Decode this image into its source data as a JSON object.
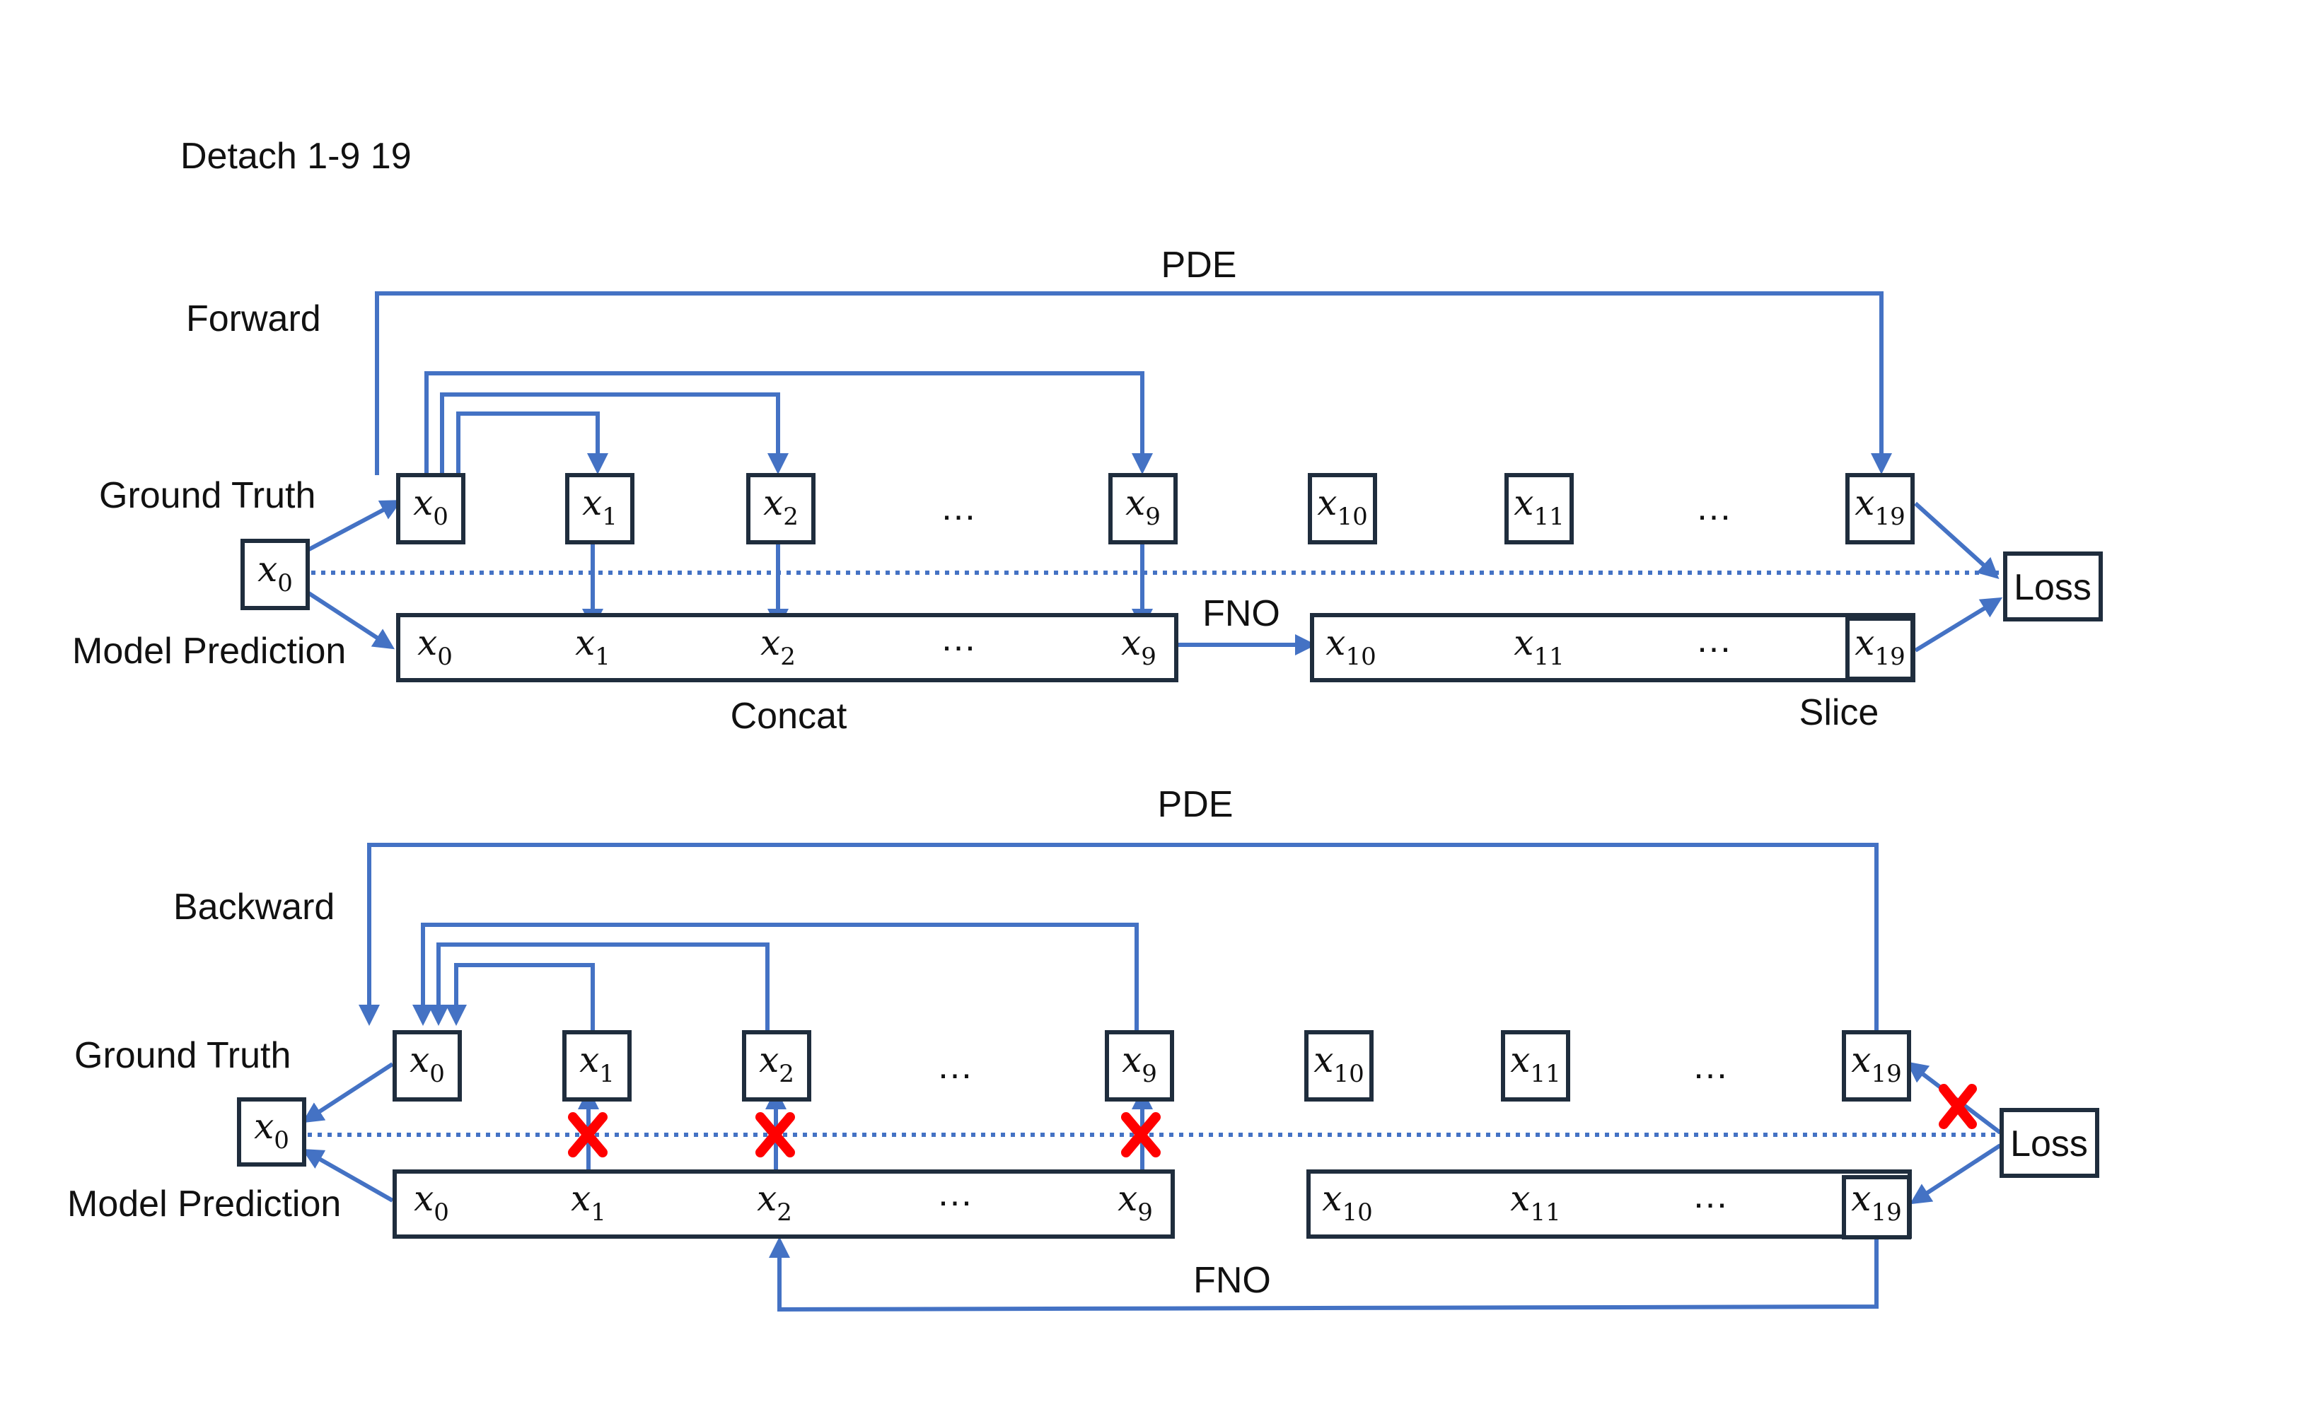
{
  "title": "Detach 1-9 19",
  "colors": {
    "arrow": "#4472c4",
    "box_border": "#1f2d3d",
    "cross": "#ff0000"
  },
  "forward": {
    "label": "Forward",
    "pde_label": "PDE",
    "ground_truth_label": "Ground Truth",
    "model_prediction_label": "Model Prediction",
    "fno_label": "FNO",
    "concat_label": "Concat",
    "slice_label": "Slice",
    "loss_label": "Loss",
    "input": {
      "base": "x",
      "sub": "0"
    },
    "ground_truth": [
      {
        "base": "x",
        "sub": "0"
      },
      {
        "base": "x",
        "sub": "1"
      },
      {
        "base": "x",
        "sub": "2"
      },
      {
        "ellipsis": "…"
      },
      {
        "base": "x",
        "sub": "9"
      },
      {
        "base": "x",
        "sub": "10"
      },
      {
        "base": "x",
        "sub": "11"
      },
      {
        "ellipsis": "…"
      },
      {
        "base": "x",
        "sub": "19"
      }
    ],
    "concat_items": [
      {
        "base": "x",
        "sub": "0"
      },
      {
        "base": "x",
        "sub": "1"
      },
      {
        "base": "x",
        "sub": "2"
      },
      {
        "ellipsis": "…"
      },
      {
        "base": "x",
        "sub": "9"
      }
    ],
    "slice_items": [
      {
        "base": "x",
        "sub": "10"
      },
      {
        "base": "x",
        "sub": "11"
      },
      {
        "ellipsis": "…"
      },
      {
        "base": "x",
        "sub": "19"
      }
    ]
  },
  "backward": {
    "label": "Backward",
    "pde_label": "PDE",
    "ground_truth_label": "Ground Truth",
    "model_prediction_label": "Model Prediction",
    "fno_label": "FNO",
    "loss_label": "Loss",
    "input": {
      "base": "x",
      "sub": "0"
    },
    "ground_truth": [
      {
        "base": "x",
        "sub": "0"
      },
      {
        "base": "x",
        "sub": "1"
      },
      {
        "base": "x",
        "sub": "2"
      },
      {
        "ellipsis": "…"
      },
      {
        "base": "x",
        "sub": "9"
      },
      {
        "base": "x",
        "sub": "10"
      },
      {
        "base": "x",
        "sub": "11"
      },
      {
        "ellipsis": "…"
      },
      {
        "base": "x",
        "sub": "19"
      }
    ],
    "concat_items": [
      {
        "base": "x",
        "sub": "0"
      },
      {
        "base": "x",
        "sub": "1"
      },
      {
        "base": "x",
        "sub": "2"
      },
      {
        "ellipsis": "…"
      },
      {
        "base": "x",
        "sub": "9"
      }
    ],
    "slice_items": [
      {
        "base": "x",
        "sub": "10"
      },
      {
        "base": "x",
        "sub": "11"
      },
      {
        "ellipsis": "…"
      },
      {
        "base": "x",
        "sub": "19"
      }
    ],
    "detached_gradients": [
      "x1",
      "x2",
      "x9",
      "x19"
    ]
  }
}
